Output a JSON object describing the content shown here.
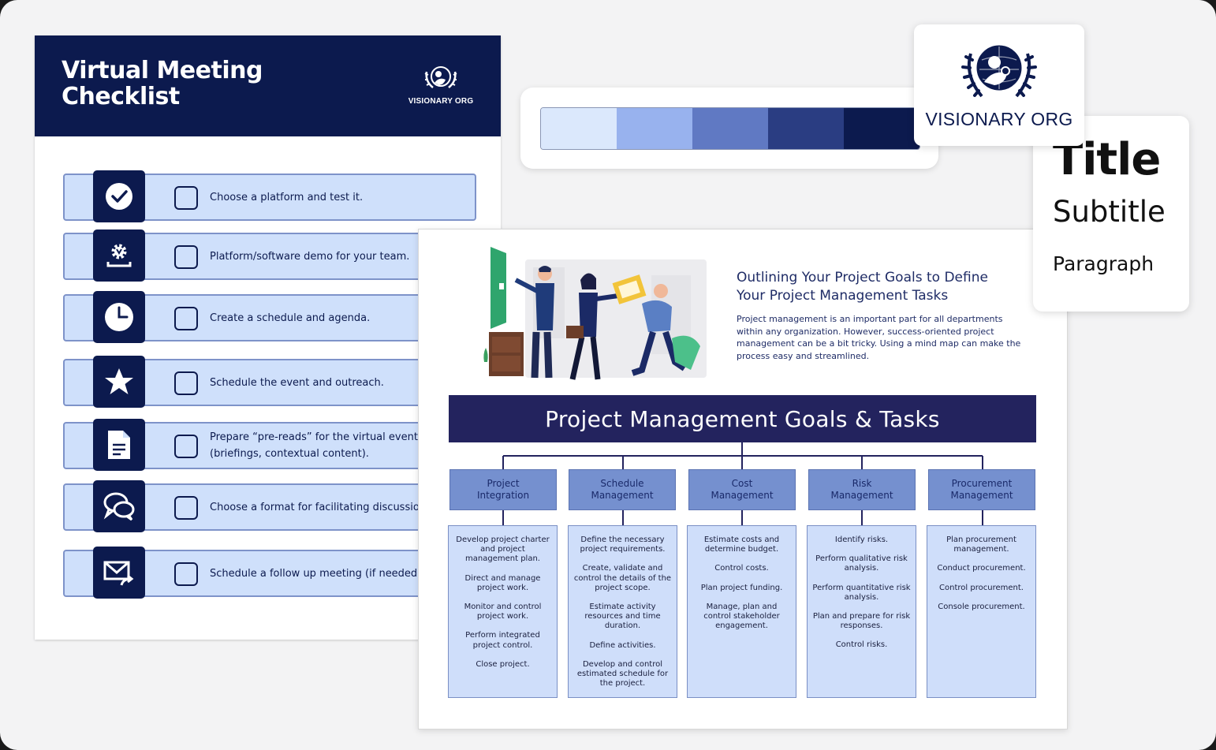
{
  "checklist": {
    "title_line1": "Virtual Meeting",
    "title_line2": "Checklist",
    "logo_text": "VISIONARY ORG",
    "items": [
      {
        "icon": "checkmark-icon",
        "text": "Choose a platform and test it."
      },
      {
        "icon": "gear-download-icon",
        "text": "Platform/software demo for your team."
      },
      {
        "icon": "clock-icon",
        "text": "Create a schedule and agenda."
      },
      {
        "icon": "star-icon",
        "text": "Schedule the event and outreach."
      },
      {
        "icon": "document-icon",
        "text": "Prepare “pre-reads” for the virtual event",
        "text2": "(briefings, contextual content)."
      },
      {
        "icon": "chat-bubbles-icon",
        "text": "Choose a format for facilitating discussio"
      },
      {
        "icon": "email-forward-icon",
        "text": "Schedule a follow up meeting (if needed"
      }
    ]
  },
  "palette": {
    "colors": [
      "#dbe8fc",
      "#98b2ee",
      "#6079c3",
      "#2a3d82",
      "#0c1a4e"
    ]
  },
  "brand_logo": {
    "text": "VISIONARY ORG",
    "color": "#0c1a4e"
  },
  "typography": {
    "title": "Title",
    "subtitle": "Subtitle",
    "paragraph": "Paragraph"
  },
  "pm_doc": {
    "heading_line1": "Outlining Your Project Goals to Define",
    "heading_line2": "Your Project Management Tasks",
    "paragraph": "Project management is an important part for all departments within any organization. However, success-oriented project management can be a bit tricky. Using a mind map can make the process easy and streamlined.",
    "band_title": "Project Management Goals & Tasks",
    "band_color": "#23235e",
    "categories": [
      {
        "line1": "Project",
        "line2": "Integration",
        "tasks": [
          "Develop project charter and project management plan.",
          "Direct and manage project work.",
          "Monitor and control project work.",
          "Perform integrated project control.",
          "Close project."
        ]
      },
      {
        "line1": "Schedule",
        "line2": "Management",
        "tasks": [
          "Define the necessary project requirements.",
          "Create, validate and control the details of the project scope.",
          "Estimate activity resources and time duration.",
          "Define activities.",
          "Develop and control estimated schedule for the project."
        ]
      },
      {
        "line1": "Cost",
        "line2": "Management",
        "tasks": [
          "Estimate costs and determine budget.",
          "Control costs.",
          "Plan project funding.",
          "Manage, plan and control stakeholder engagement."
        ]
      },
      {
        "line1": "Risk",
        "line2": "Management",
        "tasks": [
          "Identify risks.",
          "Perform qualitative risk analysis.",
          "Perform quantitative risk analysis.",
          "Plan and prepare for risk responses.",
          "Control risks."
        ]
      },
      {
        "line1": "Procurement",
        "line2": "Management",
        "tasks": [
          "Plan procurement management.",
          "Conduct procurement.",
          "Control procurement.",
          "Console procurement."
        ]
      }
    ]
  }
}
